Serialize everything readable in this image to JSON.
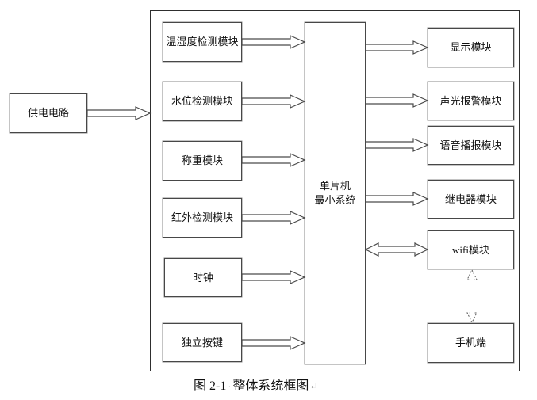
{
  "diagram": {
    "power_box": "供电电路",
    "left_modules": [
      "温湿度检测模块",
      "水位检测模块",
      "称重模块",
      "红外检测模块",
      "时钟",
      "独立按键"
    ],
    "mcu": {
      "line1": "单片机",
      "line2": "最小系统"
    },
    "right_modules": [
      "显示模块",
      "声光报警模块",
      "语音播报模块",
      "继电器模块",
      "wifi模块",
      "手机端"
    ],
    "caption": {
      "figure_no": "图 2-1",
      "space_mark": "·",
      "title": "整体系统框图",
      "return_mark": "↵"
    }
  },
  "colors": {
    "arrow_stroke": "#4a4a4a",
    "box_border": "#474747",
    "frame_border": "#2e2e2e",
    "text": "#111111"
  }
}
